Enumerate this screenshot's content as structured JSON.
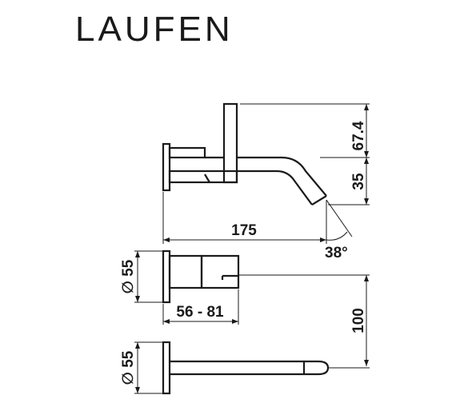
{
  "brand": {
    "logo_text": "LAUFEN"
  },
  "dimensions": {
    "total_height": "67.4",
    "spout_height": "35",
    "spout_length": "175",
    "spout_angle": "38°",
    "rosette_diameter_front": "∅ 55",
    "install_depth": "56 - 81",
    "spout_offset": "100",
    "rosette_diameter_top": "∅ 55"
  }
}
